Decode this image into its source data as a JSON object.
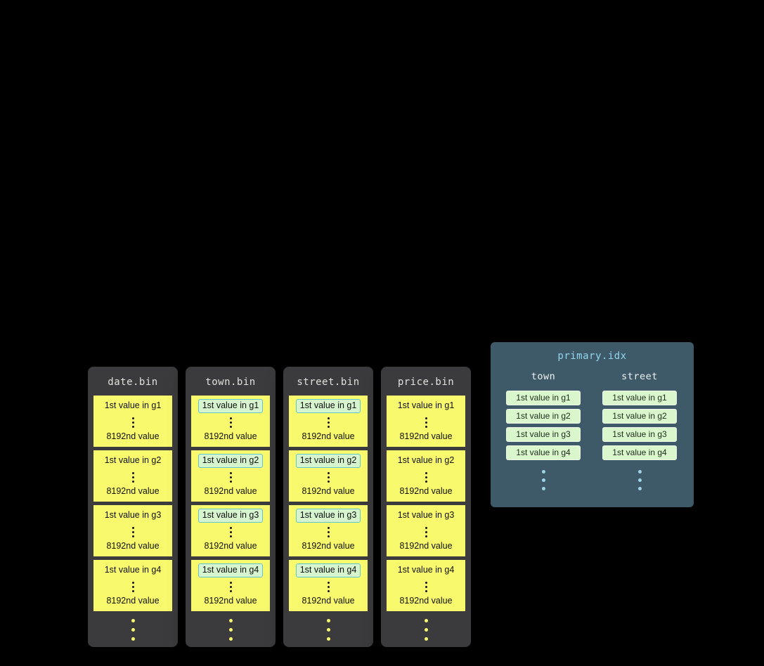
{
  "bins": [
    {
      "title": "date.bin",
      "first_values_highlighted": false,
      "groups": [
        {
          "first": "1st value in g1",
          "last": "8192nd value"
        },
        {
          "first": "1st value in g2",
          "last": "8192nd value"
        },
        {
          "first": "1st value in g3",
          "last": "8192nd value"
        },
        {
          "first": "1st value in g4",
          "last": "8192nd value"
        }
      ]
    },
    {
      "title": "town.bin",
      "first_values_highlighted": true,
      "groups": [
        {
          "first": "1st value in g1",
          "last": "8192nd value"
        },
        {
          "first": "1st value in g2",
          "last": "8192nd value"
        },
        {
          "first": "1st value in g3",
          "last": "8192nd value"
        },
        {
          "first": "1st value in g4",
          "last": "8192nd value"
        }
      ]
    },
    {
      "title": "street.bin",
      "first_values_highlighted": true,
      "groups": [
        {
          "first": "1st value in g1",
          "last": "8192nd value"
        },
        {
          "first": "1st value in g2",
          "last": "8192nd value"
        },
        {
          "first": "1st value in g3",
          "last": "8192nd value"
        },
        {
          "first": "1st value in g4",
          "last": "8192nd value"
        }
      ]
    },
    {
      "title": "price.bin",
      "first_values_highlighted": false,
      "groups": [
        {
          "first": "1st value in g1",
          "last": "8192nd value"
        },
        {
          "first": "1st value in g2",
          "last": "8192nd value"
        },
        {
          "first": "1st value in g3",
          "last": "8192nd value"
        },
        {
          "first": "1st value in g4",
          "last": "8192nd value"
        }
      ]
    }
  ],
  "index": {
    "title": "primary.idx",
    "columns": [
      {
        "name": "town",
        "entries": [
          "1st value in g1",
          "1st value in g2",
          "1st value in g3",
          "1st value in g4"
        ]
      },
      {
        "name": "street",
        "entries": [
          "1st value in g1",
          "1st value in g2",
          "1st value in g3",
          "1st value in g4"
        ]
      }
    ]
  },
  "colors": {
    "background": "#000000",
    "bin_container": "#3b3b3d",
    "bin_title_text": "#e3e1dd",
    "granule_yellow": "#f9f96e",
    "granule_text": "#101010",
    "highlight_green": "#d6f5cf",
    "highlight_border": "#5ec6c8",
    "index_panel": "#3e5a68",
    "index_title": "#93d4ef",
    "index_header_text": "#eef2f4",
    "index_entry_bg": "#d9f6cc",
    "index_entry_border": "#eef5e8",
    "index_entry_text": "#1c2b1c",
    "index_dots": "#9fd3e8"
  }
}
